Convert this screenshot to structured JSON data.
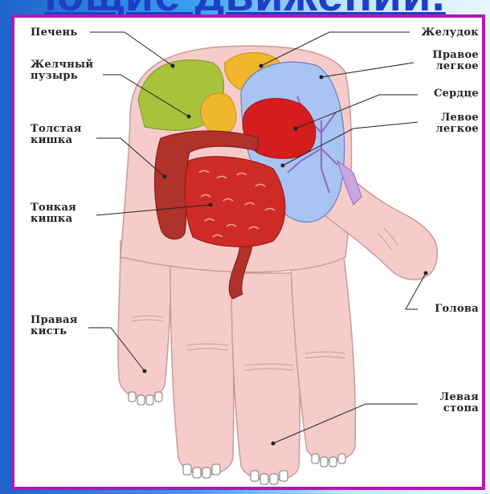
{
  "title": "ющие движении.",
  "labels": {
    "liver": "Печень",
    "gallbladder": "Желчный\nпузырь",
    "large_intestine": "Толстая\nкишка",
    "small_intestine": "Тонкая\nкишка",
    "right_hand": "Правая\nкисть",
    "stomach": "Желудок",
    "right_lung": "Правое\nлегкое",
    "heart": "Сердце",
    "left_lung": "Левое\nлегкое",
    "head": "Голова",
    "left_foot": "Левая\nстопа"
  },
  "colors": {
    "frame": "#b316b8",
    "skin": "#f6cccb",
    "liver": "#a9c23c",
    "gallbladder": "#f0b62c",
    "intestine": "#cf2b26",
    "colon": "#b0322a",
    "lung": "#a9c4f3",
    "heart": "#d41e1e"
  }
}
